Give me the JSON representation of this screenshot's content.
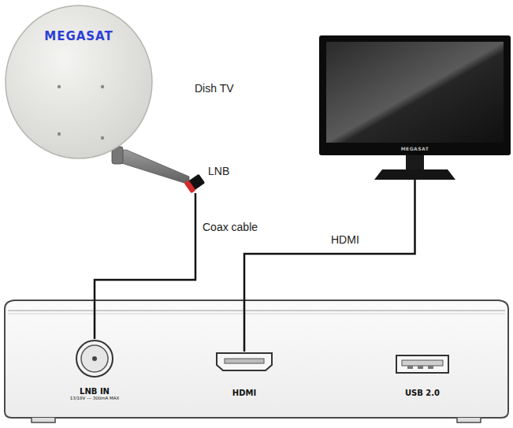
{
  "diagram": {
    "nodes": [
      {
        "text": [
          "MEGASAT",
          "Dish TV"
        ]
      },
      {
        "text": [
          "LNB"
        ]
      },
      {
        "text": [
          "MEGASAT"
        ]
      },
      {
        "text": [
          "LNB IN",
          "13/18V --- 300mA MAX"
        ]
      },
      {
        "text": [
          "HDMI"
        ]
      },
      {
        "text": [
          "USB 2.0"
        ]
      }
    ],
    "edges": [
      {
        "from": 1,
        "to": 3,
        "label": "Coax cable",
        "arrow": "none"
      },
      {
        "from": 2,
        "to": 4,
        "label": "HDMI",
        "arrow": "none"
      }
    ]
  }
}
